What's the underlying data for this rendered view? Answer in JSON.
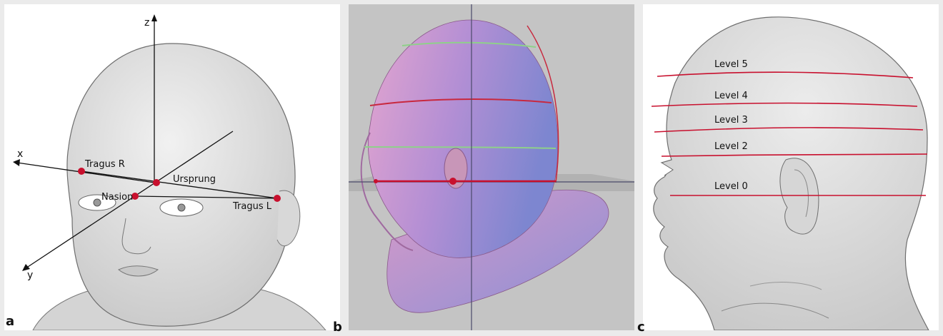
{
  "panel_a": {
    "letter": "a",
    "axes": {
      "z": "z",
      "x": "x",
      "y": "y"
    },
    "points": {
      "tragus_r": "Tragus R",
      "ursprung": "Ursprung",
      "nasion": "Nasion",
      "tragus_l": "Tragus L"
    }
  },
  "panel_b": {
    "letter": "b"
  },
  "panel_c": {
    "letter": "c",
    "levels": [
      "Level 5",
      "Level 4",
      "Level 3",
      "Level 2",
      "Level 0"
    ]
  },
  "colors": {
    "landmark": "#c8102e",
    "level_line": "#c8102e",
    "head_fill": "#dcdcdc",
    "head_stroke": "#6e6e6e",
    "scan_pink": "#d89ac8",
    "scan_blue": "#8a8fd6"
  }
}
